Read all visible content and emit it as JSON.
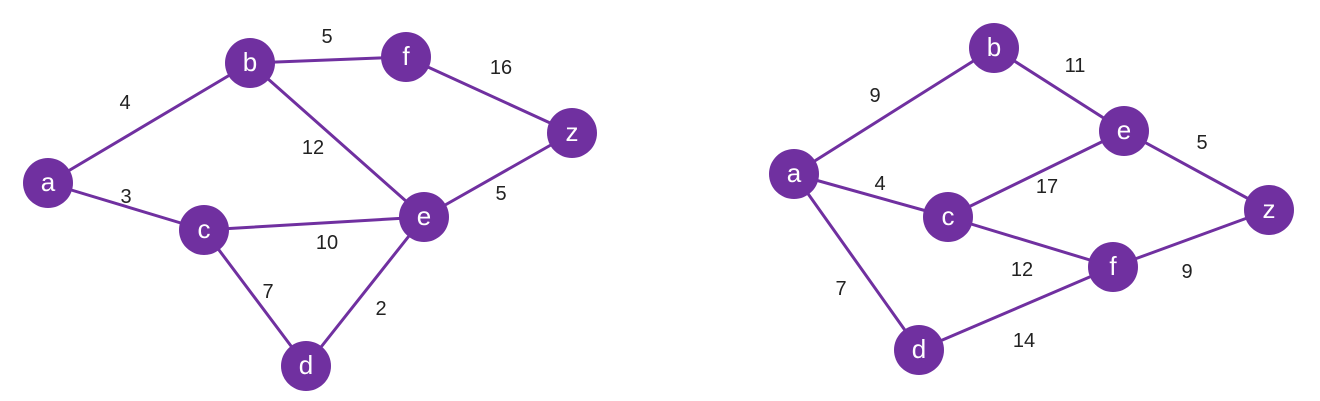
{
  "colors": {
    "node_fill": "#7030a0",
    "edge": "#7030a0",
    "node_text": "#ffffff",
    "weight_text": "#222222"
  },
  "graphs": [
    {
      "nodes": [
        {
          "id": "a",
          "label": "a"
        },
        {
          "id": "b",
          "label": "b"
        },
        {
          "id": "f",
          "label": "f"
        },
        {
          "id": "z",
          "label": "z"
        },
        {
          "id": "c",
          "label": "c"
        },
        {
          "id": "e",
          "label": "e"
        },
        {
          "id": "d",
          "label": "d"
        }
      ],
      "edges": [
        {
          "from": "a",
          "to": "b",
          "weight": "4"
        },
        {
          "from": "a",
          "to": "c",
          "weight": "3"
        },
        {
          "from": "b",
          "to": "f",
          "weight": "5"
        },
        {
          "from": "f",
          "to": "z",
          "weight": "16"
        },
        {
          "from": "b",
          "to": "e",
          "weight": "12"
        },
        {
          "from": "c",
          "to": "e",
          "weight": "10"
        },
        {
          "from": "e",
          "to": "z",
          "weight": "5"
        },
        {
          "from": "c",
          "to": "d",
          "weight": "7"
        },
        {
          "from": "d",
          "to": "e",
          "weight": "2"
        }
      ]
    },
    {
      "nodes": [
        {
          "id": "a",
          "label": "a"
        },
        {
          "id": "b",
          "label": "b"
        },
        {
          "id": "e",
          "label": "e"
        },
        {
          "id": "c",
          "label": "c"
        },
        {
          "id": "z",
          "label": "z"
        },
        {
          "id": "f",
          "label": "f"
        },
        {
          "id": "d",
          "label": "d"
        }
      ],
      "edges": [
        {
          "from": "a",
          "to": "b",
          "weight": "9"
        },
        {
          "from": "b",
          "to": "e",
          "weight": "11"
        },
        {
          "from": "a",
          "to": "c",
          "weight": "4"
        },
        {
          "from": "c",
          "to": "e",
          "weight": "17"
        },
        {
          "from": "e",
          "to": "z",
          "weight": "5"
        },
        {
          "from": "c",
          "to": "f",
          "weight": "12"
        },
        {
          "from": "f",
          "to": "z",
          "weight": "9"
        },
        {
          "from": "a",
          "to": "d",
          "weight": "7"
        },
        {
          "from": "d",
          "to": "f",
          "weight": "14"
        }
      ]
    }
  ]
}
